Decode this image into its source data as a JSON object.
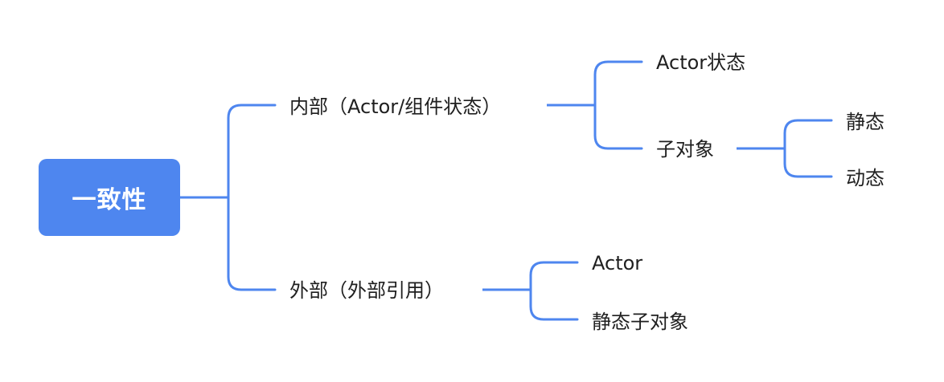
{
  "mindmap": {
    "root": {
      "label": "一致性",
      "color": "#4e86ef"
    },
    "branch_color": "#4e86ef",
    "branches": [
      {
        "label": "内部（Actor/组件状态）",
        "children": [
          {
            "label": "Actor状态"
          },
          {
            "label": "子对象",
            "children": [
              {
                "label": "静态"
              },
              {
                "label": "动态"
              }
            ]
          }
        ]
      },
      {
        "label": "外部（外部引用）",
        "children": [
          {
            "label": "Actor"
          },
          {
            "label": "静态子对象"
          }
        ]
      }
    ]
  }
}
